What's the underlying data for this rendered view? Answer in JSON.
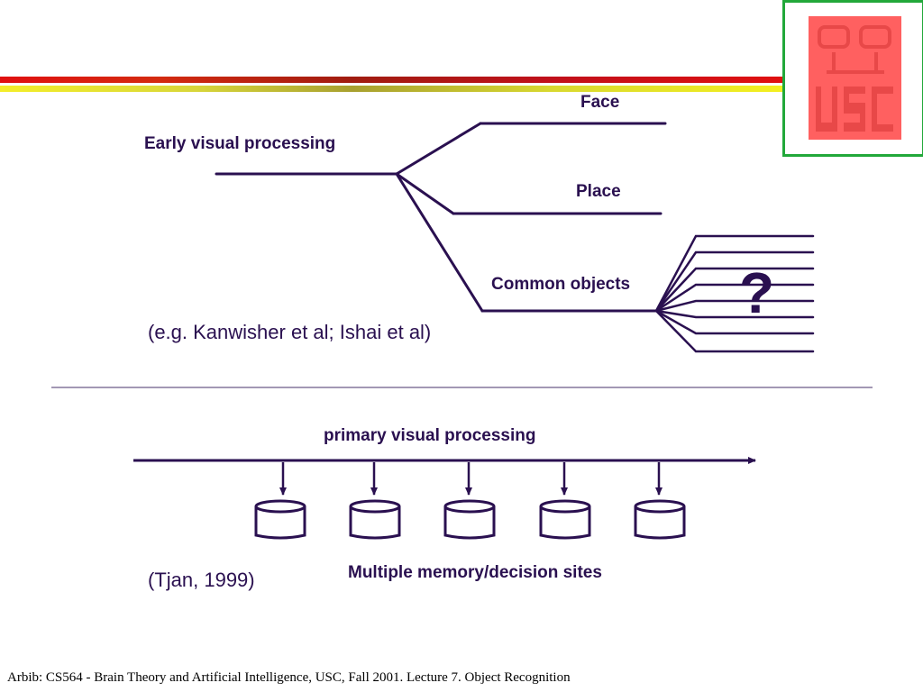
{
  "top_diagram": {
    "input_label": "Early visual processing",
    "branches": [
      "Face",
      "Place",
      "Common objects"
    ],
    "unknown_mark": "?",
    "citation": "(e.g. Kanwisher et al; Ishai et al)"
  },
  "bottom_diagram": {
    "stream_label": "primary visual processing",
    "sites_label": "Multiple memory/decision sites",
    "citation": "(Tjan, 1999)"
  },
  "footer": "Arbib: CS564 - Brain Theory and Artificial Intelligence,  USC, Fall 2001. Lecture 7. Object Recognition",
  "colors": {
    "ink": "#2a1050",
    "stripe_red": "#e01010",
    "stripe_yellow": "#f4ee2a",
    "logo_frame": "#22a83a",
    "logo_fill": "#ff6060"
  }
}
